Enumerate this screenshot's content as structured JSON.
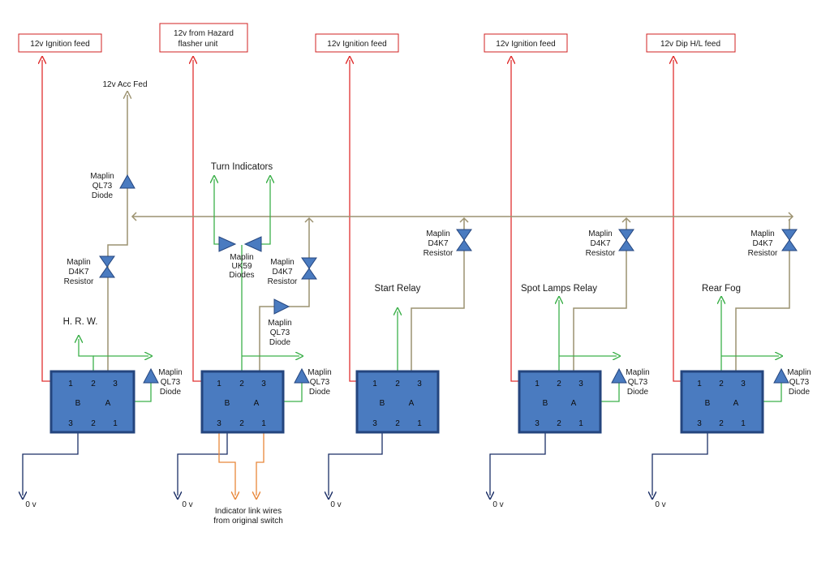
{
  "feeds": {
    "f1": "12v Ignition feed",
    "f2_line1": "12v  from Hazard",
    "f2_line2": "flasher unit",
    "f3": "12v Ignition feed",
    "f4": "12v Ignition feed",
    "f5": "12v Dip H/L feed"
  },
  "labels": {
    "acc_fed": "12v Acc Fed",
    "turn_indicators": "Turn Indicators",
    "hrw": "H. R. W.",
    "start_relay": "Start Relay",
    "spot_lamps_relay": "Spot Lamps Relay",
    "rear_fog": "Rear Fog",
    "indicator_link_1": "Indicator link wires",
    "indicator_link_2": "from original switch",
    "zero_v": "0 v"
  },
  "components": {
    "maplin": "Maplin",
    "ql73": "QL73",
    "d4k7": "D4K7",
    "uk59": "UK59",
    "diode": "Diode",
    "diodes": "Diodes",
    "resistor": "Resistor"
  },
  "pins": {
    "p1": "1",
    "p2": "2",
    "p3": "3",
    "a": "A",
    "b": "B"
  },
  "colors": {
    "feed_red": "#e03030",
    "green": "#3cb04a",
    "olive": "#9c9270",
    "navy": "#1b2f66",
    "orange": "#e8873a",
    "switch_fill": "#4a7bc0",
    "switch_border": "#24457e",
    "component_blue": "#4a7bc0"
  }
}
